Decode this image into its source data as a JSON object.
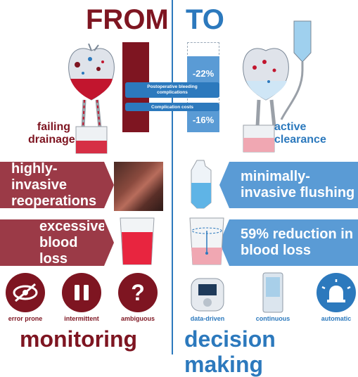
{
  "header": {
    "from": "FROM",
    "to": "TO"
  },
  "center": {
    "left_pct": "-22%",
    "right_pct": "-16%",
    "bleeding_label": "Postoperative bleeding complications",
    "cost_label": "Complication costs"
  },
  "left": {
    "drainage_label": "failing drainage",
    "banner1": "highly-invasive reoperations",
    "banner2": "excessive blood loss",
    "icons": [
      {
        "name": "eye-slash-icon",
        "label": "error prone"
      },
      {
        "name": "pause-icon",
        "label": "intermittent"
      },
      {
        "name": "question-icon",
        "label": "ambiguous"
      }
    ],
    "footer": "monitoring"
  },
  "right": {
    "clearance_label": "active clearance",
    "banner1": "minimally-invasive flushing",
    "banner2": "59% reduction in blood loss",
    "icons": [
      {
        "name": "monitor-device-icon",
        "label": "data-driven"
      },
      {
        "name": "sensor-device-icon",
        "label": "continuous"
      },
      {
        "name": "alarm-icon",
        "label": "automatic"
      }
    ],
    "footer": "decision making"
  },
  "colors": {
    "maroon": "#7e1521",
    "blue": "#2c79bd",
    "banner_maroon": "#9b3a47",
    "banner_blue": "#5a9bd5"
  }
}
